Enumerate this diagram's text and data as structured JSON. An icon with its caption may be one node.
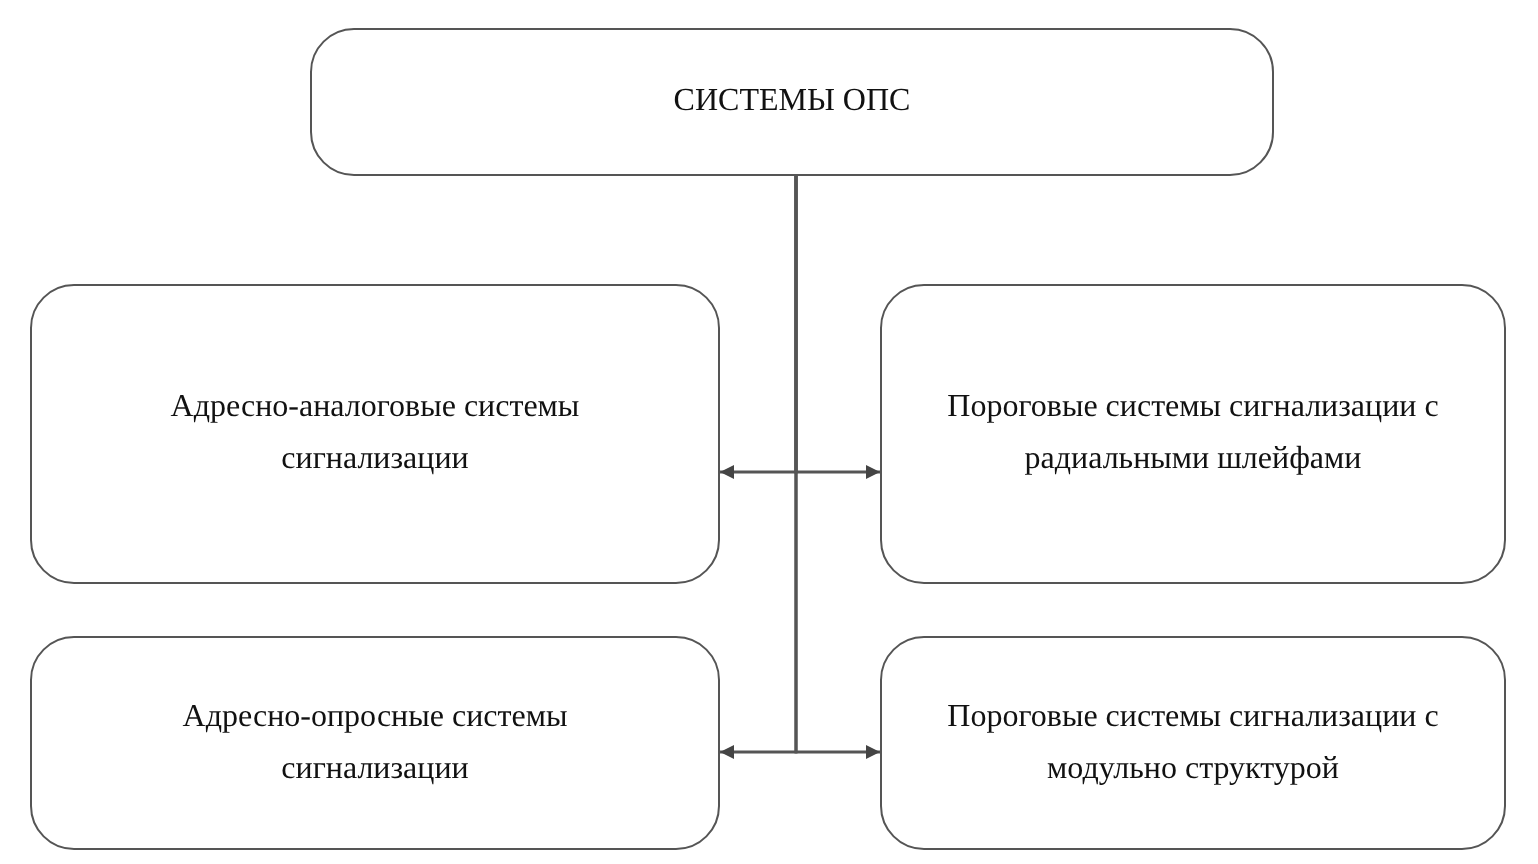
{
  "diagram": {
    "nodes": [
      {
        "text": [
          "СИСТЕМЫ ОПС"
        ]
      },
      {
        "text": [
          "Адресно-аналоговые системы сигнализации"
        ]
      },
      {
        "text": [
          "Пороговые системы сигнализации с радиальными шлейфами"
        ]
      },
      {
        "text": [
          "Адресно-опросные системы сигнализации"
        ]
      },
      {
        "text": [
          "Пороговые системы сигнализации с модульно структурой"
        ]
      }
    ],
    "edges": [
      {
        "from": 0,
        "to": 1,
        "arrow": "to"
      },
      {
        "from": 0,
        "to": 2,
        "arrow": "to"
      },
      {
        "from": 0,
        "to": 3,
        "arrow": "to"
      },
      {
        "from": 0,
        "to": 4,
        "arrow": "to"
      }
    ]
  }
}
